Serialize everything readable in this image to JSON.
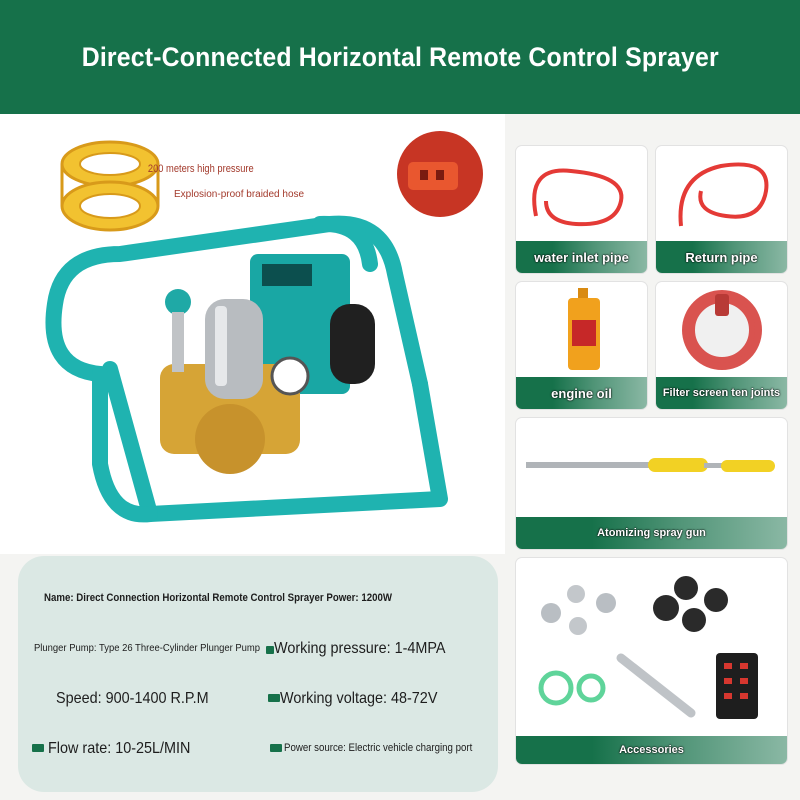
{
  "header": {
    "title": "Direct-Connected Horizontal Remote Control Sprayer"
  },
  "hero": {
    "hose_note_line1": "200 meters high pressure",
    "hose_note_line2": "Explosion-proof braided hose"
  },
  "accessories": [
    {
      "label": "water inlet pipe"
    },
    {
      "label": "Return pipe"
    },
    {
      "label": "engine oil"
    },
    {
      "label": "Filter screen ten joints"
    },
    {
      "label": "Atomizing spray gun"
    },
    {
      "label": "Accessories"
    }
  ],
  "specs": {
    "name_power": "Name: Direct Connection Horizontal Remote Control Sprayer Power: 1200W",
    "plunger_pump": "Plunger Pump: Type 26 Three-Cylinder Plunger Pump",
    "working_pressure": "Working pressure: 1-4MPA",
    "speed": "Speed: 900-1400 R.P.M",
    "working_voltage": "Working voltage: 48-72V",
    "flow_rate": "Flow rate: 10-25L/MIN",
    "power_source": "Power source: Electric vehicle charging port"
  },
  "colors": {
    "brand_green": "#16714a",
    "frame_teal": "#1fb3b0",
    "brass": "#d6a436",
    "hose_yellow": "#f2c230",
    "red_pipe": "#e43a36"
  }
}
